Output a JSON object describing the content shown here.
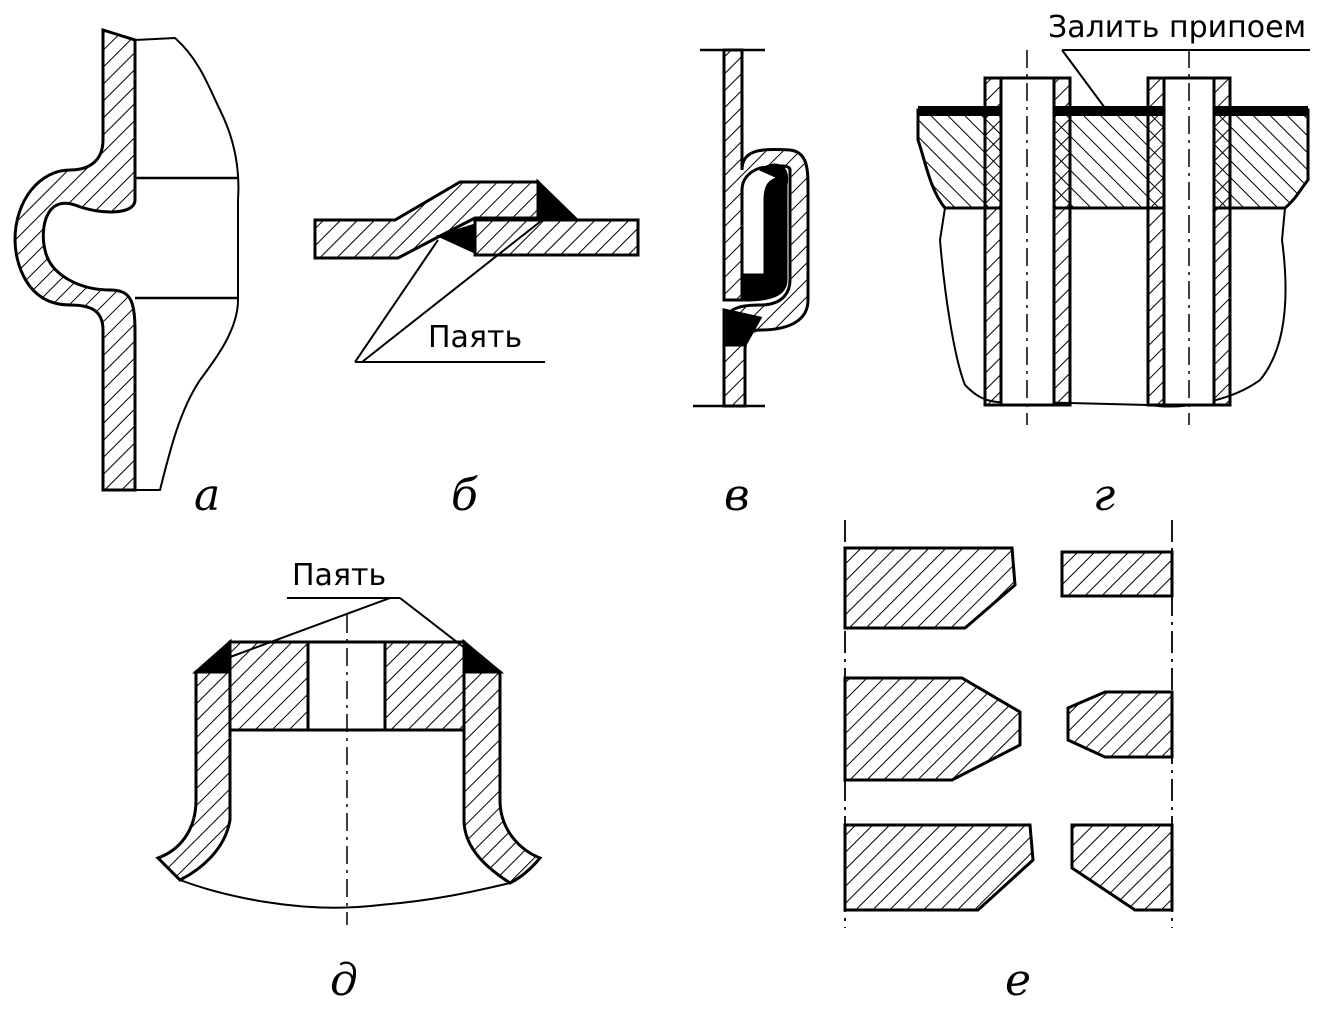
{
  "panels": {
    "a": {
      "label": "а"
    },
    "b": {
      "label": "б",
      "callout": "Паять"
    },
    "v": {
      "label": "в"
    },
    "g": {
      "label": "г",
      "callout": "Залить припоем"
    },
    "d": {
      "label": "д",
      "callout": "Паять"
    },
    "e": {
      "label": "е"
    }
  },
  "colors": {
    "ink": "#000000",
    "paper": "#ffffff"
  }
}
